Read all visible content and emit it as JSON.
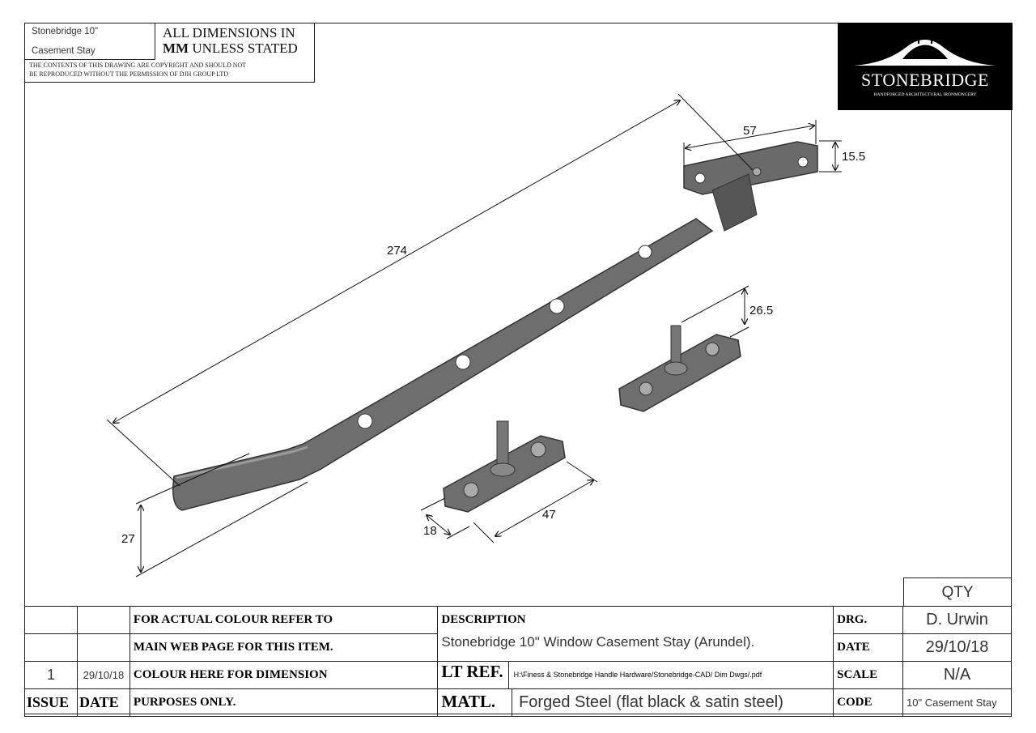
{
  "header": {
    "product_line1": "Stonebridge 10\"",
    "product_line2": "Casement Stay",
    "units_line1": "ALL DIMENSIONS IN",
    "units_bold": "MM",
    "units_line2": " UNLESS STATED",
    "copyright_line1": "THE CONTENTS OF THIS DRAWING ARE COPYRIGHT AND  SHOULD  NOT",
    "copyright_line2": "BE REPRODUCED WITHOUT THE PERMISSION OF DJH GROUP LTD"
  },
  "logo": {
    "name": "STONEBRIDGE",
    "tagline": "HANDFORGED ARCHITECTURAL IRONMONGERY"
  },
  "dimensions": {
    "length": "274",
    "bracket_width": "57",
    "bracket_depth": "15.5",
    "pin_height": "26.5",
    "arm_drop": "27",
    "plate_width": "18",
    "plate_length": "47"
  },
  "title_block": {
    "qty_label": "QTY",
    "note_lines": [
      "FOR ACTUAL COLOUR REFER TO",
      "MAIN WEB PAGE FOR THIS ITEM.",
      "COLOUR HERE FOR DIMENSION",
      "PURPOSES ONLY."
    ],
    "issue_value": "1",
    "date_value": "29/10/18",
    "issue_label": "ISSUE",
    "date_label": "DATE",
    "description_label": "DESCRIPTION",
    "description_value": "Stonebridge 10\" Window Casement Stay (Arundel).",
    "lt_ref_label": "LT REF.",
    "lt_ref_value": "H:\\Finess & Stonebridge Handle Hardware/Stonebridge-CAD/ Dim Dwgs/.pdf",
    "matl_label": "MATL.",
    "matl_value": "Forged Steel (flat black & satin steel)",
    "drg_label": "DRG.",
    "drg_value": "D. Urwin",
    "date2_label": "DATE",
    "date2_value": "29/10/18",
    "scale_label": "SCALE",
    "scale_value": "N/A",
    "code_label": "CODE",
    "code_value": "10\" Casement Stay"
  }
}
